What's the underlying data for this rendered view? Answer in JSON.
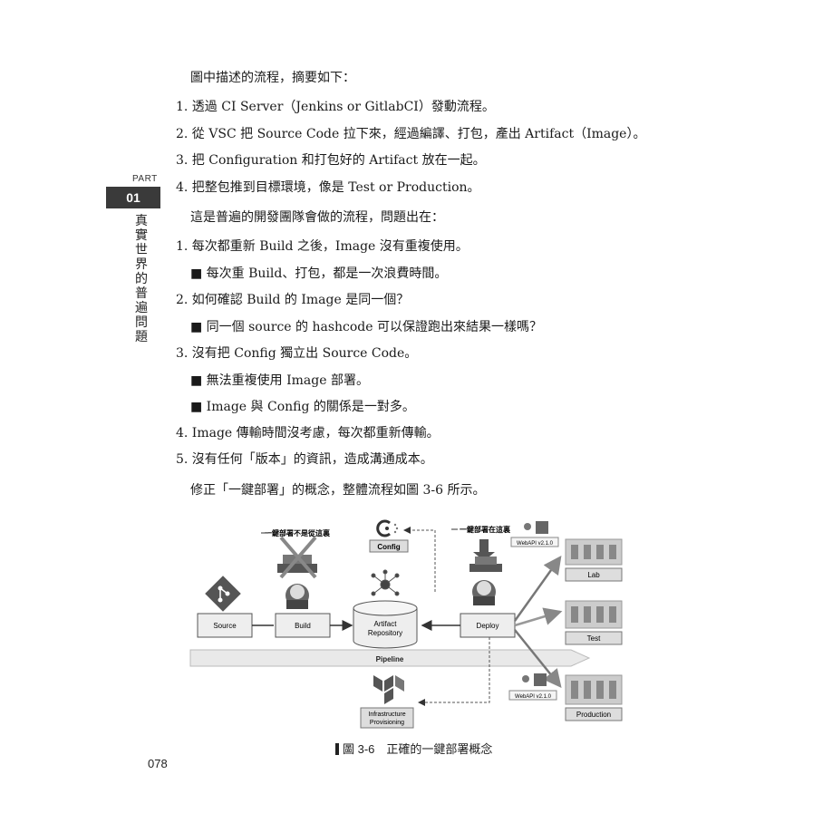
{
  "intro": "圖中描述的流程，摘要如下：",
  "steps": [
    "1. 透過 CI Server（Jenkins or GitlabCI）發動流程。",
    "2. 從 VSC 把 Source Code 拉下來，經過編譯、打包，產出 Artifact（Image）。",
    "3. 把 Configuration 和打包好的 Artifact 放在一起。",
    "4. 把整包推到目標環境，像是 Test or Production。"
  ],
  "problem_intro": "這是普遍的開發團隊會做的流程，問題出在：",
  "problems": [
    "1. 每次都重新 Build 之後，Image 沒有重複使用。",
    "■ 每次重 Build、打包，都是一次浪費時間。",
    "2. 如何確認 Build 的 Image 是同一個？",
    "■ 同一個 source 的 hashcode 可以保證跑出來結果一樣嗎？",
    "3. 沒有把 Config 獨立出 Source Code。",
    "■ 無法重複使用 Image 部署。",
    "■ Image 與 Config 的關係是一對多。",
    "4. Image 傳輸時間沒考慮，每次都重新傳輸。",
    "5. 沒有任何「版本」的資訊，造成溝通成本。"
  ],
  "conclusion": "修正「一鍵部署」的概念，整體流程如圖 3-6 所示。",
  "sidebar": {
    "part": "PART",
    "number": "01",
    "title": "真實世界的普遍問題"
  },
  "figure": {
    "note_left": "一鍵部署不是從這裏",
    "note_right": "一鍵部署在這裏",
    "config": "Config",
    "source": "Source",
    "build": "Build",
    "artifact_line1": "Artifact",
    "artifact_line2": "Repository",
    "deploy": "Deploy",
    "pipeline": "Pipeline",
    "infra_line1": "Infrastructure",
    "infra_line2": "Provisioning",
    "webapi_top": "WebAPI v2.1.0",
    "webapi_bottom": "WebAPI v2.1.0",
    "lab": "Lab",
    "test": "Test",
    "production": "Production"
  },
  "caption": "圖 3-6　正確的一鍵部署概念",
  "page_number": "078"
}
